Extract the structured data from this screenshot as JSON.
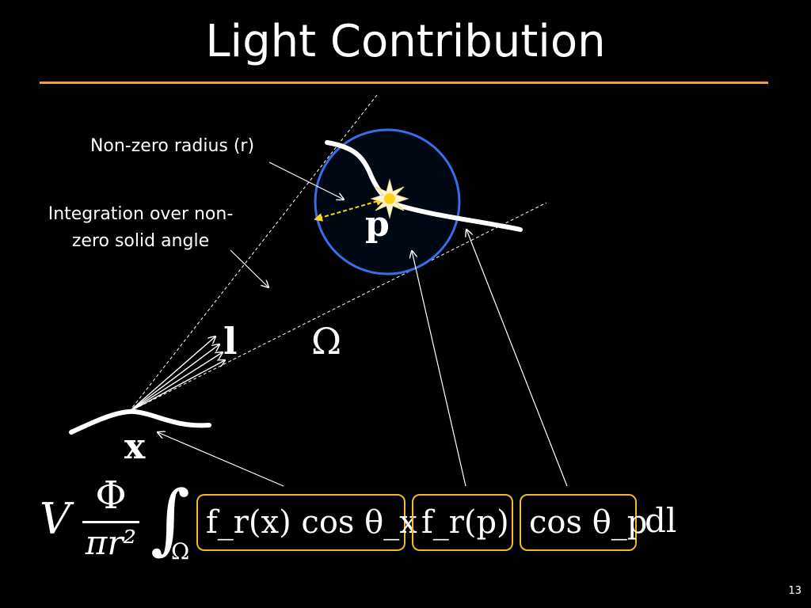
{
  "slide": {
    "title": "Light Contribution",
    "number": "13"
  },
  "labels": {
    "radius": "Non-zero radius (r)",
    "integration": "Integration over non-zero solid angle"
  },
  "symbols": {
    "point_light": "p",
    "direction": "l",
    "solid_angle": "Ω",
    "surface_point": "x"
  },
  "formula": {
    "visibility": "V",
    "flux": "Φ",
    "denominator": "πr²",
    "integral": "∫",
    "integral_domain": "Ω",
    "term_brdf_x": "f_r(x) cos θ_x",
    "term_brdf_p": "f_r(p)",
    "term_cos_p": "cos θ_p",
    "differential": "dl"
  },
  "colors": {
    "background": "#000000",
    "title_rule": "#f0a030",
    "light_circle": "#3a6ee8",
    "light_circle_fill": "#000814",
    "light_center": "#ffd21a",
    "radius_arrow": "#ffd21a",
    "term_box_border": "#f5b82a"
  }
}
